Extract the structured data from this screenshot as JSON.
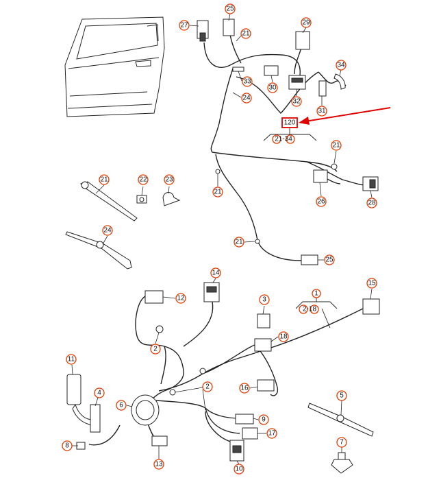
{
  "callouts": {
    "c27": "27",
    "c25a": "25",
    "c21a": "21",
    "c29": "29",
    "c34": "34",
    "c33": "33",
    "c30": "30",
    "c24a": "24",
    "c32": "32",
    "c31": "31",
    "c21b": "21",
    "c26": "26",
    "c28": "28",
    "c21c": "21",
    "c21d": "21",
    "c25b": "25",
    "c21e": "21",
    "c22": "22",
    "c23": "23",
    "c24b": "24",
    "c14": "14",
    "c12": "12",
    "c3": "3",
    "c15": "15",
    "c1": "1",
    "c18": "18",
    "c2a": "2",
    "c11": "11",
    "c4": "4",
    "c6": "6",
    "c2b": "2",
    "c16": "16",
    "c5": "5",
    "c9": "9",
    "c17": "17",
    "c8": "8",
    "c13": "13",
    "c10": "10",
    "c7": "7"
  },
  "highlight": {
    "label": "120",
    "range": "21-34",
    "color": "#e00000"
  },
  "group2": {
    "label": "1",
    "range": "2-18"
  },
  "colors": {
    "callout_ring": "#e23b00",
    "arrow": "#e00000"
  }
}
